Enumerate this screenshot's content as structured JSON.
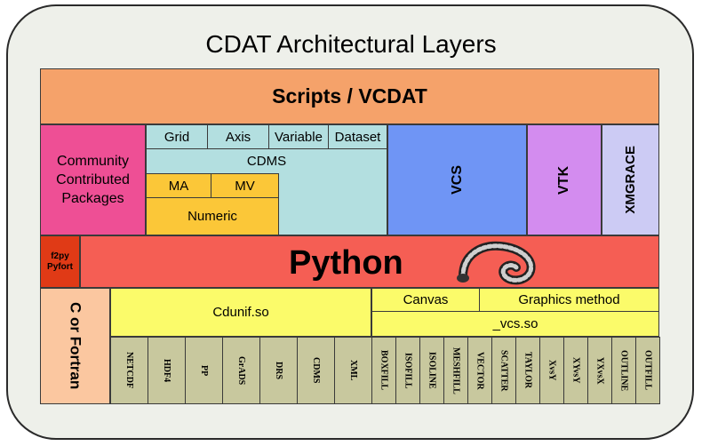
{
  "title": "CDAT Architectural Layers",
  "scripts_layer": "Scripts / VCDAT",
  "community_packages": "Community Contributed Packages",
  "cdms_group": {
    "top_labels": [
      "Grid",
      "Axis",
      "Variable",
      "Dataset"
    ],
    "cdms": "CDMS",
    "ma": "MA",
    "mv": "MV",
    "numeric": "Numeric"
  },
  "vertical_packages": [
    "VCS",
    "VTK",
    "XMGRACE"
  ],
  "f2py": "f2py",
  "pyfort": "Pyfort",
  "python": "Python",
  "c_or_fortran": "C or Fortran",
  "cdunif": "Cdunif.so",
  "canvas": "Canvas",
  "graphics_method": "Graphics method",
  "vcs_so": "_vcs.so",
  "formats": [
    "NETCDF",
    "HDF4",
    "PP",
    "GrADS",
    "DRS",
    "CDMS",
    "XML"
  ],
  "graphics_methods": [
    "BOXFILL",
    "ISOFILL",
    "ISOLINE",
    "MESHFILL",
    "VECTOR",
    "SCATTER",
    "TAYLOR",
    "XvsY",
    "XYvsY",
    "YXvsX",
    "OUTLINE",
    "OUTFILL"
  ],
  "colors": {
    "scripts": "#f5a26a",
    "community": "#ee4f95",
    "cdms": "#b3dfe0",
    "numeric": "#fbc738",
    "vcs": "#6f95f5",
    "vtk": "#d38cef",
    "xmgrace": "#cccbf4",
    "f2py": "#e03a16",
    "python": "#f55e54",
    "c_fortran": "#fbc7a0",
    "yellow": "#fbfb6a",
    "khaki": "#c8c89e"
  }
}
